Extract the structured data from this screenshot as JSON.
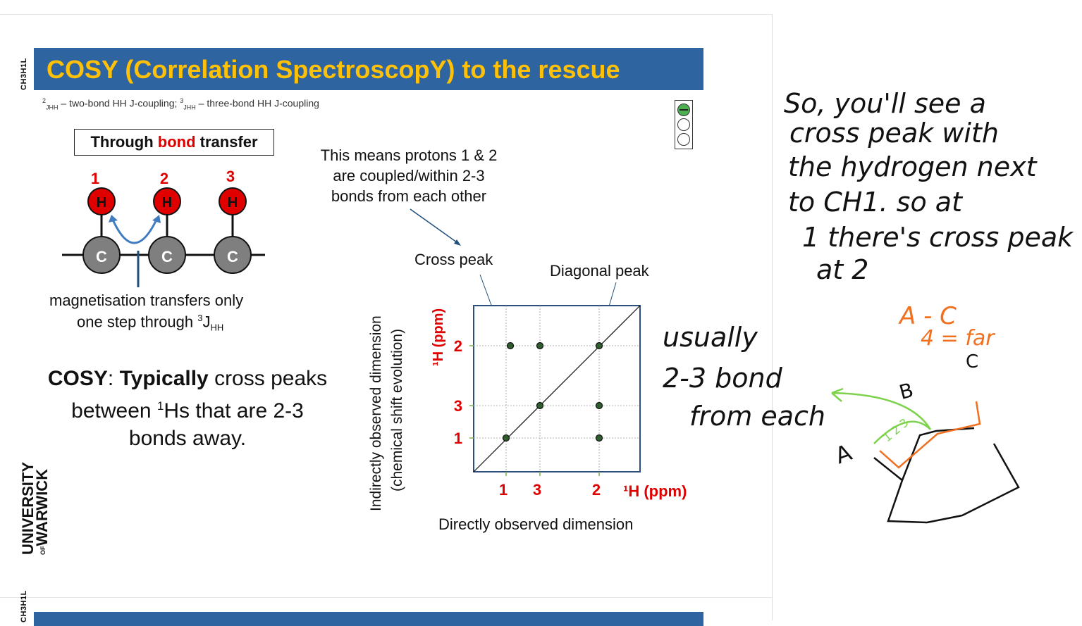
{
  "slide": {
    "course_code": "CH3H1L",
    "title": "COSY (Correlation SpectroscopY) to the rescue",
    "subtitle_parts": [
      "2",
      "JHH",
      " – two-bond HH J-coupling; ",
      "3",
      "JHH",
      " – three-bond HH J-coupling"
    ],
    "box_label": {
      "part1": "Through ",
      "part2": "bond",
      "part3": " transfer"
    },
    "atom_numbers": [
      "1",
      "2",
      "3"
    ],
    "atom_h": "H",
    "atom_c": "C",
    "magnetisation_line1": "magnetisation transfers only",
    "magnetisation_line2a": "one step through ",
    "magnetisation_sup": "3",
    "magnetisation_line2b": "JHH",
    "means_line1": "This means protons 1 & 2",
    "means_line2": "are coupled/within 2-3",
    "means_line3": "bonds from each other",
    "cosy_bold": "COSY",
    "cosy_colon": ": ",
    "typically": "Typically",
    "cosy_rest1": " cross peaks",
    "cosy_line2a": "between ",
    "cosy_sup": "1",
    "cosy_line2b": "Hs that are 2-3",
    "cosy_line3": "bonds away.",
    "cross_peak": "Cross peak",
    "diagonal_peak": "Diagonal peak",
    "y_label_line1": "Indirectly observed dimension",
    "y_label_line2": "(chemical shift evolution)",
    "y_unit": "¹H (ppm)",
    "x_unit": "¹H (ppm)",
    "x_axis_title": "Directly observed dimension",
    "university": "UNIVERSITY",
    "university_of": "OF",
    "university_name": "WARWICK",
    "colors": {
      "title_bar": "#2e64a0",
      "title_text": "#ffc107",
      "accent_red": "#e00000",
      "arrow_blue": "#3f7cc0",
      "peak_green": "#2e5e2e"
    }
  },
  "chart_data": {
    "type": "scatter",
    "title": "",
    "xlabel": "¹H (ppm)",
    "ylabel": "¹H (ppm)",
    "x_tick_labels": [
      "1",
      "3",
      "2"
    ],
    "y_tick_labels": [
      "2",
      "3",
      "1"
    ],
    "peaks": [
      {
        "x": "1",
        "y": "2",
        "kind": "cross"
      },
      {
        "x": "3",
        "y": "2",
        "kind": "cross"
      },
      {
        "x": "2",
        "y": "2",
        "kind": "diagonal"
      },
      {
        "x": "3",
        "y": "3",
        "kind": "diagonal"
      },
      {
        "x": "2",
        "y": "3",
        "kind": "cross"
      },
      {
        "x": "1",
        "y": "1",
        "kind": "diagonal"
      },
      {
        "x": "2",
        "y": "1",
        "kind": "cross"
      }
    ],
    "diagonal_line": true,
    "grid": true
  },
  "notes": {
    "handwriting_lines": [
      "So, you'll see a",
      "cross peak with",
      "the hydrogen next",
      "to CH1. so at",
      "1 there's cross peak",
      "at 2"
    ],
    "usually_lines": [
      "usually",
      "2-3 bond",
      "from each"
    ],
    "orange_note_line1": "A - C",
    "orange_note_line2": "4 = far",
    "ring_labels": [
      "A",
      "B",
      "C"
    ],
    "green_marks": "1 2 3",
    "colors": {
      "ink": "#111111",
      "orange": "#f07020",
      "green": "#7cd24a"
    }
  }
}
